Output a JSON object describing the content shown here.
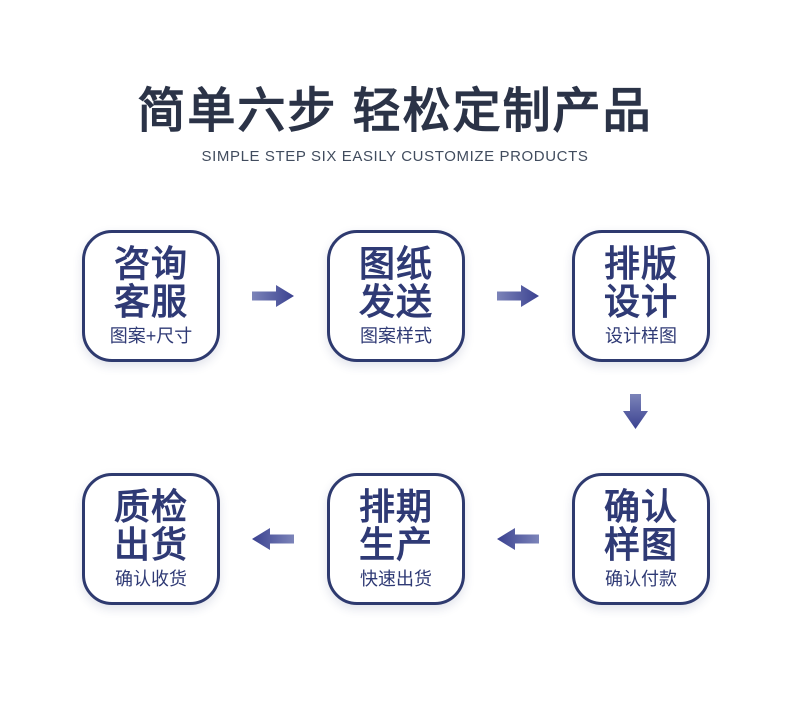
{
  "header": {
    "title": "简单六步 轻松定制产品",
    "subtitle": "SIMPLE STEP SIX EASILY CUSTOMIZE PRODUCTS"
  },
  "steps": [
    {
      "line1": "咨询",
      "line2": "客服",
      "note": "图案+尺寸"
    },
    {
      "line1": "图纸",
      "line2": "发送",
      "note": "图案样式"
    },
    {
      "line1": "排版",
      "line2": "设计",
      "note": "设计样图"
    },
    {
      "line1": "确认",
      "line2": "样图",
      "note": "确认付款"
    },
    {
      "line1": "排期",
      "line2": "生产",
      "note": "快速出货"
    },
    {
      "line1": "质检",
      "line2": "出货",
      "note": "确认收货"
    }
  ],
  "icons": {
    "flow_arrows": [
      "arrow-right-icon",
      "arrow-right-icon",
      "arrow-down-icon",
      "arrow-left-icon",
      "arrow-left-icon"
    ]
  },
  "colors": {
    "background": "#ffffff",
    "title_text": "#2b3347",
    "subtitle_text": "#414c5e",
    "box_border": "#2e3a6f",
    "box_text": "#2f3a75",
    "arrow_light": "#7c84b9",
    "arrow_dark": "#3a4190"
  }
}
